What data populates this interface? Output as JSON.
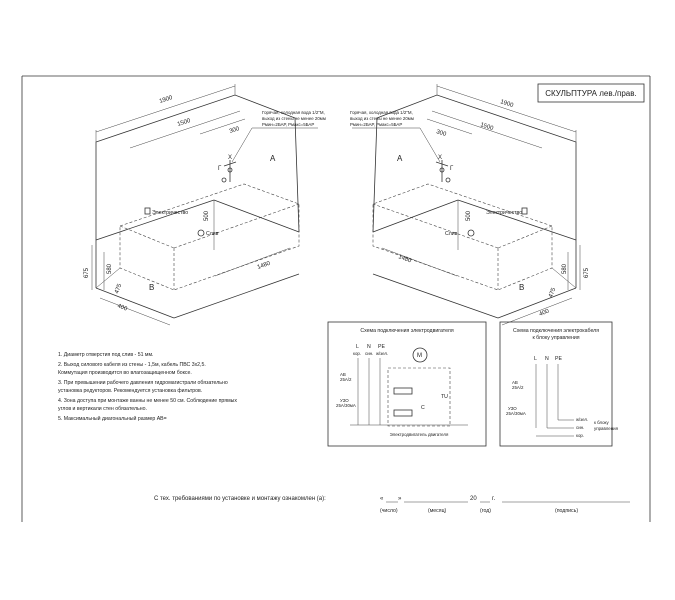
{
  "title_block": {
    "text": "СКУЛЬПТУРА  лев./прав."
  },
  "left_view": {
    "dims": [
      "1900",
      "1500",
      "300",
      "475",
      "675",
      "580",
      "1480",
      "400",
      "500"
    ],
    "callout": [
      "Горячая, холодная вода 1/2\"M,",
      "выход из стены не менее 20мм",
      "Pмин=2БАР, Pмакс=5БАР"
    ],
    "labels": {
      "a": "A",
      "b": "B",
      "g": "Г",
      "x": "Х",
      "electro": "Электричество",
      "drain": "Слив"
    }
  },
  "right_view": {
    "dims": [
      "1900",
      "1500",
      "300",
      "475",
      "675",
      "580",
      "1480",
      "400",
      "500"
    ],
    "callout": [
      "Горячая, холодная вода 1/2\"M,",
      "выход из стены не менее 20мм",
      "Pмин=2БАР, Pмакс=5БАР"
    ],
    "labels": {
      "a": "A",
      "b": "B",
      "g": "Г",
      "x": "Х",
      "electro": "Электричество",
      "drain": "Слив"
    }
  },
  "notes": [
    "1. Диаметр отверстия под слив  -  51 мм.",
    "2. Выход силового кабеля из стены - 1,5м, кабель ПВС 3х2,5.",
    "    Коммутация производится во влагозащищенном боксе.",
    "3. При превышении рабочего давления гидромагистрали обязательно",
    "    установка редукторов. Рекомендуется установка фильтров.",
    "4. Зона доступа при монтаже ванны не менее 50 см. Соблюдение прямых",
    "    углов и вертикали стен обязательно.",
    "5. Максимальный диагональный размер АВ="
  ],
  "motor_scheme": {
    "title": "Схема подключения электродвигателя",
    "l": "L",
    "n": "N",
    "pe": "PE",
    "l_sub": "кор.",
    "n_sub": "син.",
    "pe_sub": "ж/зел.",
    "ab": "АВ",
    "ab_val": "25А/2",
    "uzo": "УЗО",
    "uzo_val": "25А/30мА",
    "m": "M",
    "c": "C",
    "tu": "TU",
    "motor_label": "Электродвигатель двигателя"
  },
  "control_scheme": {
    "title": [
      "Схема подключения электрокабеля",
      "к блоку управления"
    ],
    "l": "L",
    "n": "N",
    "pe": "PE",
    "ab": "АВ",
    "ab_val": "25А/2",
    "uzo": "УЗО",
    "uzo_val": "25А/30мА",
    "w1": "ж/зел.",
    "w2": "син.",
    "w3": "кор.",
    "to_block": [
      "к блоку",
      "управления"
    ]
  },
  "signature": {
    "text": "С тех. требованиями по установке и монтажу ознакомлен (а):",
    "quote_open": "«",
    "quote_close": "»",
    "year": "20",
    "year_suffix": "г.",
    "day": "(число)",
    "month": "(месяц)",
    "yr": "(год)",
    "sign": "(подпись)"
  }
}
